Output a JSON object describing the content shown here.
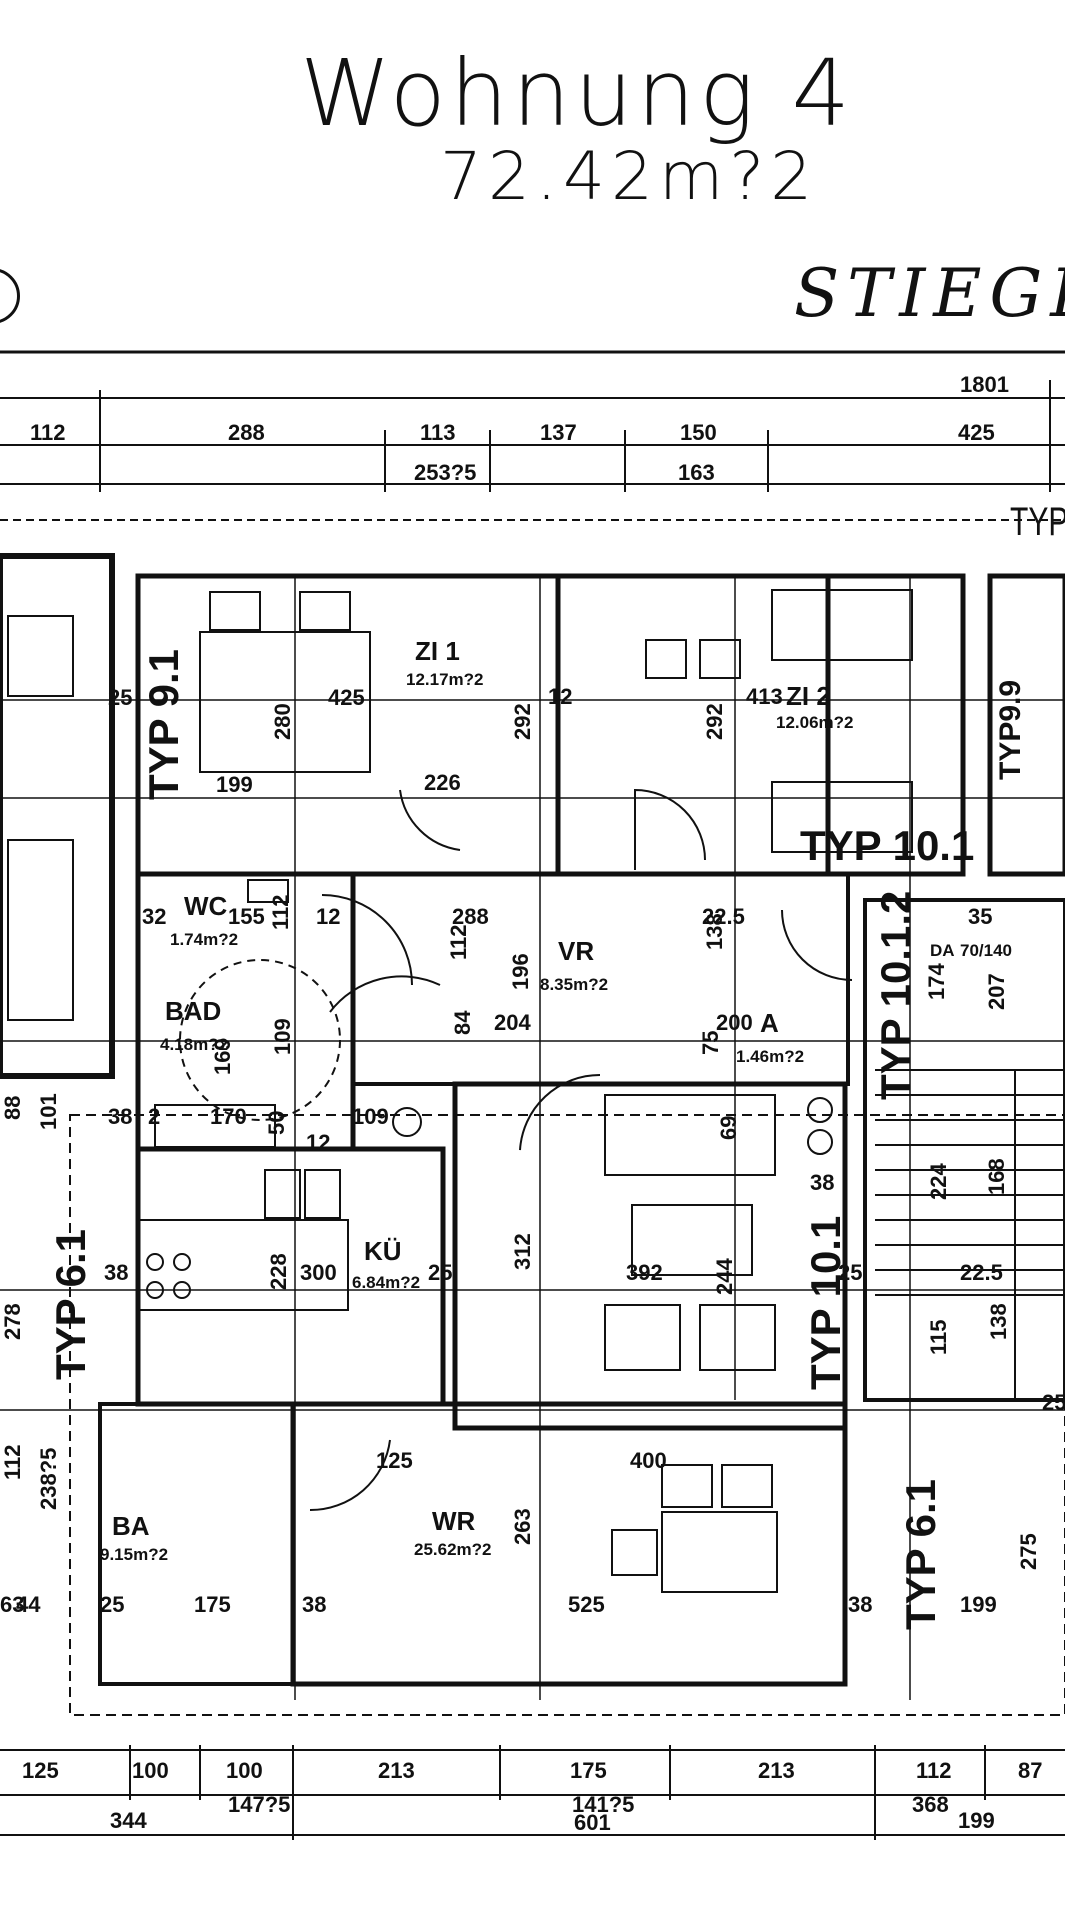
{
  "header": {
    "title": "Wohnung 4",
    "area": "72.42m?2",
    "stiege": "STIEGE",
    "typ_top": "TYP"
  },
  "rooms": [
    {
      "name": "ZI 1",
      "area": "12.17m?2"
    },
    {
      "name": "ZI 2",
      "area": "12.06m?2"
    },
    {
      "name": "WC",
      "area": "1.74m?2"
    },
    {
      "name": "BAD",
      "area": "4.18m?2"
    },
    {
      "name": "VR",
      "area": "8.35m?2"
    },
    {
      "name": "A",
      "area": "1.46m?2"
    },
    {
      "name": "KÜ",
      "area": "6.84m?2"
    },
    {
      "name": "WR",
      "area": "25.62m?2"
    },
    {
      "name": "BA",
      "area": "9.15m?2"
    },
    {
      "name": "DA",
      "area": "70/140"
    }
  ],
  "typ_labels": [
    "TYP 9.1",
    "TYP 10.1",
    "TYP 10.1.2",
    "TYP 6.1",
    "TYP 10.1",
    "TYP 6.1",
    "TYP9.9"
  ],
  "dims_top": {
    "row1": [
      "1801"
    ],
    "row2": [
      "112",
      "288",
      "113",
      "137",
      "150",
      "425"
    ],
    "row3": [
      "253?5",
      "163"
    ]
  },
  "dims_bottom": {
    "row1": [
      "125",
      "100",
      "100",
      "213",
      "175",
      "213",
      "112",
      "87"
    ],
    "row2": [
      "344",
      "147?5",
      "141?5",
      "601",
      "368",
      "199"
    ]
  },
  "dims_inner": [
    "425",
    "280",
    "199",
    "226",
    "292",
    "12",
    "413",
    "292",
    "25",
    "32",
    "155",
    "112",
    "12",
    "288",
    "112",
    "196",
    "22.5",
    "138",
    "35",
    "174",
    "207",
    "109",
    "84",
    "204",
    "200",
    "75",
    "169",
    "38",
    "2",
    "170",
    "50",
    "109",
    "69",
    "38",
    "224",
    "168",
    "25",
    "22.5",
    "38",
    "228",
    "300",
    "25",
    "312",
    "392",
    "244",
    "115",
    "138",
    "278",
    "101",
    "88",
    "238?5",
    "112",
    "125",
    "400",
    "263",
    "275",
    "63",
    "44",
    "25",
    "175",
    "38",
    "525",
    "38",
    "199",
    "12",
    "25"
  ]
}
